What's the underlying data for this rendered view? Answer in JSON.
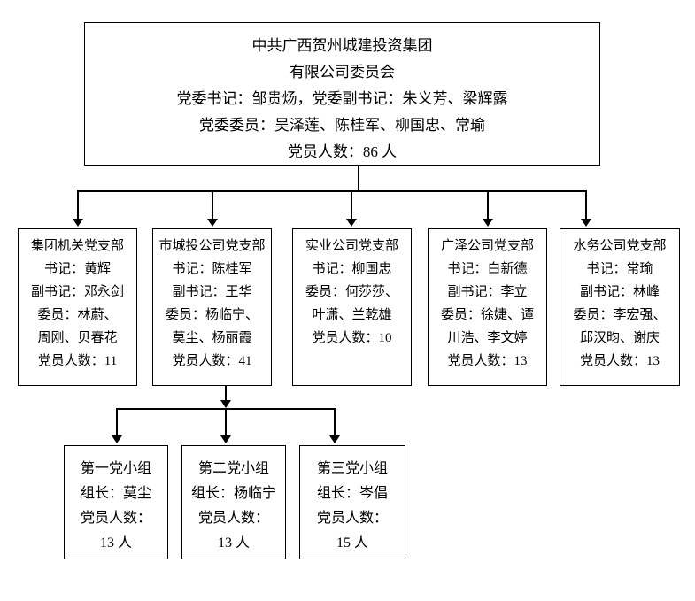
{
  "root": {
    "lines": [
      "中共广西贺州城建投资集团",
      "有限公司委员会",
      "党委书记：邹贵炀，党委副书记：朱义芳、梁辉露",
      "党委委员：吴泽莲、陈桂军、柳国忠、常瑜",
      "党员人数：86 人"
    ]
  },
  "branches": [
    {
      "title": "集团机关党支部",
      "lines": [
        "书记：黄辉",
        "副书记：邓永剑",
        "委员：林蔚、",
        "周刚、贝春花",
        "党员人数：11"
      ],
      "secretary": "黄辉",
      "deputy_secretary": "邓永剑",
      "members": [
        "林蔚",
        "周刚",
        "贝春花"
      ],
      "member_count": 11
    },
    {
      "title": "市城投公司党支部",
      "lines": [
        "书记：陈桂军",
        "副书记：王华",
        "委员：杨临宁、",
        "莫尘、杨丽霞",
        "党员人数：41"
      ],
      "secretary": "陈桂军",
      "deputy_secretary": "王华",
      "members": [
        "杨临宁",
        "莫尘",
        "杨丽霞"
      ],
      "member_count": 41
    },
    {
      "title": "实业公司党支部",
      "lines": [
        "书记：柳国忠",
        "委员：何莎莎、",
        "叶潇、兰乾雄",
        "党员人数：10"
      ],
      "secretary": "柳国忠",
      "deputy_secretary": "",
      "members": [
        "何莎莎",
        "叶潇",
        "兰乾雄"
      ],
      "member_count": 10
    },
    {
      "title": "广泽公司党支部",
      "lines": [
        "书记：白新德",
        "副书记：李立",
        "委员：徐婕、谭",
        "川浩、李文婷",
        "党员人数：13"
      ],
      "secretary": "白新德",
      "deputy_secretary": "李立",
      "members": [
        "徐婕",
        "谭川浩",
        "李文婷"
      ],
      "member_count": 13
    },
    {
      "title": "水务公司党支部",
      "lines": [
        "书记：常瑜",
        "副书记：林峰",
        "委员：李宏强、",
        "邱汉昀、谢庆",
        "党员人数：13"
      ],
      "secretary": "常瑜",
      "deputy_secretary": "林峰",
      "members": [
        "李宏强",
        "邱汉昀",
        "谢庆"
      ],
      "member_count": 13
    }
  ],
  "groups": [
    {
      "title": "第一党小组",
      "lines": [
        "第一党小组",
        "组长：莫尘",
        "党员人数：",
        "13 人"
      ],
      "leader": "莫尘",
      "member_count": 13
    },
    {
      "title": "第二党小组",
      "lines": [
        "第二党小组",
        "组长：杨临宁",
        "党员人数：",
        "13 人"
      ],
      "leader": "杨临宁",
      "member_count": 13
    },
    {
      "title": "第三党小组",
      "lines": [
        "第三党小组",
        "组长：岑倡",
        "党员人数：",
        "15 人"
      ],
      "leader": "岑倡",
      "member_count": 15
    }
  ],
  "colors": {
    "line": "#000000",
    "background": "#ffffff",
    "text": "#000000"
  }
}
